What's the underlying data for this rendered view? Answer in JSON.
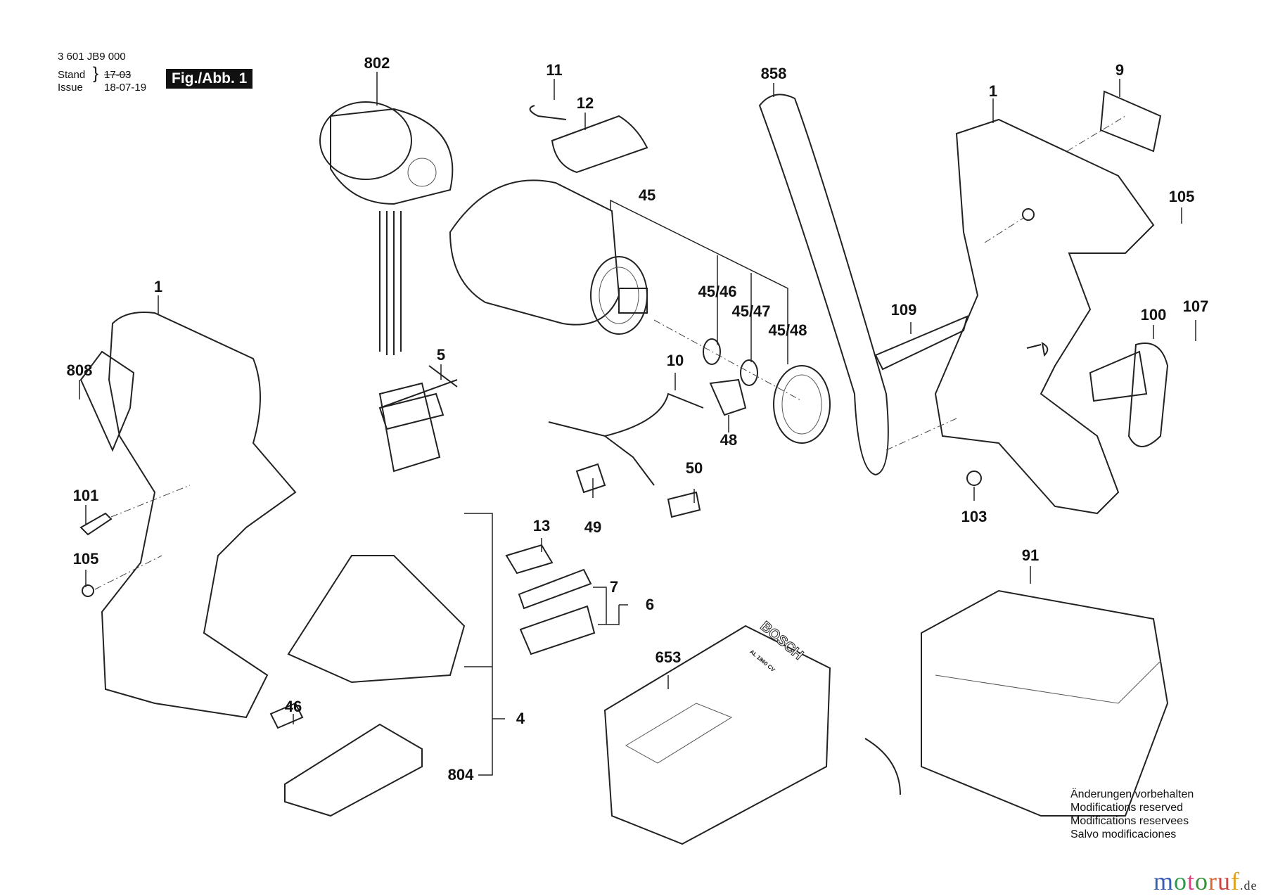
{
  "header": {
    "part_number": "3 601 JB9 000",
    "stand_label": "Stand",
    "issue_label": "Issue",
    "stand_value": "17-03",
    "issue_value": "18-07-19",
    "figure_label": "Fig./Abb. 1"
  },
  "parts": {
    "p802": "802",
    "p11": "11",
    "p12": "12",
    "p858": "858",
    "p1_right": "1",
    "p9": "9",
    "p45": "45",
    "p105_right": "105",
    "p45_46": "45/46",
    "p45_47": "45/47",
    "p45_48": "45/48",
    "p1_left": "1",
    "p808": "808",
    "p5": "5",
    "p10": "10",
    "p109": "109",
    "p100": "100",
    "p107": "107",
    "p48": "48",
    "p101": "101",
    "p50": "50",
    "p13": "13",
    "p49": "49",
    "p103": "103",
    "p105_left": "105",
    "p91": "91",
    "p7": "7",
    "p6": "6",
    "p653": "653",
    "p4": "4",
    "p46": "46",
    "p804": "804"
  },
  "charger_text": {
    "brand": "BOSCH",
    "model": "AL 1860 CV"
  },
  "notes": [
    "Änderungen vorbehalten",
    "Modifications reserved",
    "Modifications reservees",
    "Salvo modificaciones"
  ],
  "watermark": {
    "name": "motoruf",
    "tld": ".de"
  }
}
